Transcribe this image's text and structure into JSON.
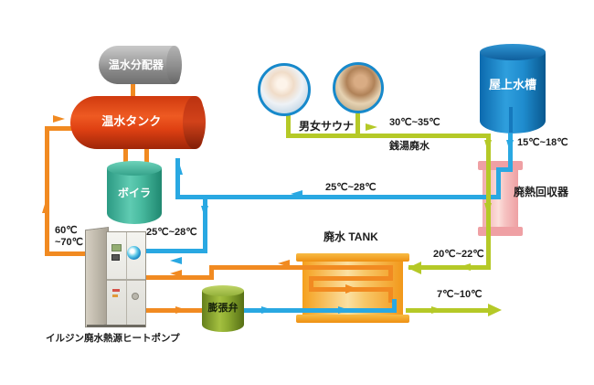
{
  "labels": {
    "distributor": "温水分配器",
    "hot_water_tank": "温水タンク",
    "boiler": "ボイラ",
    "heat_pump": "イルジン廃水熱源ヒートポンプ",
    "expansion_valve": "膨張弁",
    "waste_water_tank": "廃水 TANK",
    "heat_recovery_unit": "廃熱回収器",
    "rooftop_water_tank": "屋上水槽",
    "sauna": "男女サウナ",
    "bath_waste_water": "銭湯廃水"
  },
  "temperatures": {
    "hot_supply_l1": "60℃",
    "hot_supply_l2": "~70℃",
    "recovered_main": "25℃~28℃",
    "recovered_branch": "25℃~28℃",
    "sauna_waste": "30℃~35℃",
    "rooftop_supply": "15℃~18℃",
    "after_recovery": "20℃~22℃",
    "discharge": "7℃~10℃"
  },
  "colors": {
    "hot_pipe": "#F18A21",
    "cold_pipe": "#29A8E2",
    "waste_pipe": "#B5C927"
  }
}
